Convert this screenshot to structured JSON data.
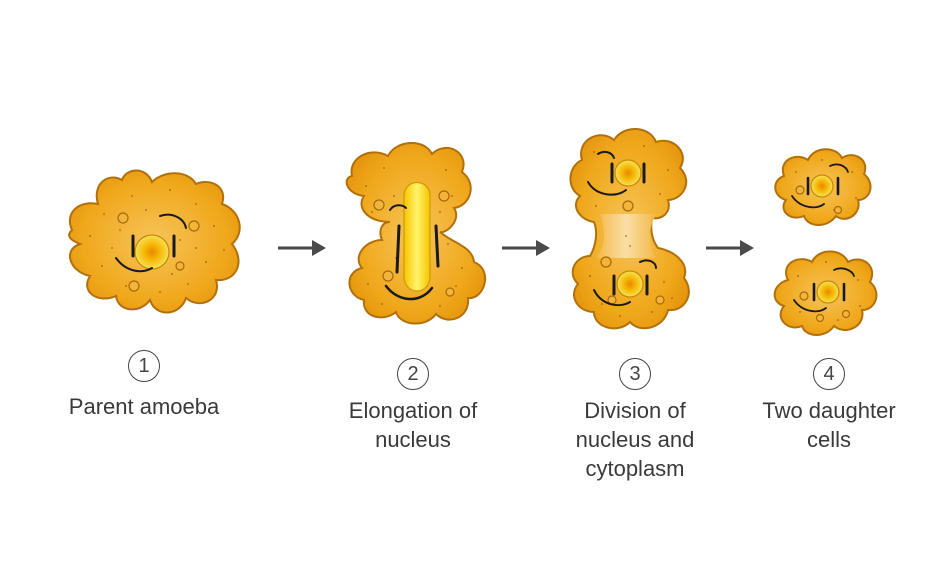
{
  "stages": [
    {
      "number": "1",
      "lines": [
        "Parent amoeba"
      ]
    },
    {
      "number": "2",
      "lines": [
        "Elongation of",
        "nucleus"
      ]
    },
    {
      "number": "3",
      "lines": [
        "Division of",
        "nucleus and",
        "cytoplasm"
      ]
    },
    {
      "number": "4",
      "lines": [
        "Two daughter",
        "cells"
      ]
    }
  ],
  "colors": {
    "cytoplasm": "#f0a81c",
    "cytoplasm_light": "#f7d184",
    "outline": "#b2700a",
    "nucleus": "#f7c400",
    "nucleus_core": "#e8860a",
    "arrow": "#4a4a4a",
    "text": "#3a3a3a"
  },
  "icons": [
    "amoeba-cell",
    "nucleus",
    "arrow-right-icon",
    "numbered-circle"
  ]
}
